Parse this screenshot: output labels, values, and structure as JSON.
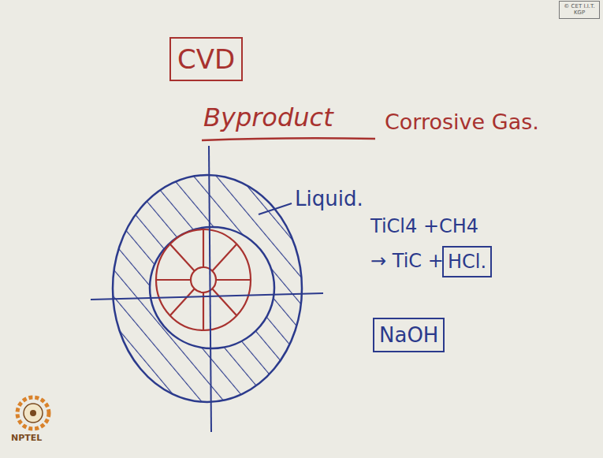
{
  "diagram": {
    "nodes": [
      {
        "text": [
          "CVD"
        ]
      },
      {
        "text": [
          "HCl."
        ]
      },
      {
        "text": [
          "NaOH"
        ]
      },
      {
        "text": [
          "© CET I.I.T. KGP"
        ]
      }
    ],
    "labels": [
      "Byproduct",
      "Corrosive Gas.",
      "Liquid.",
      "TiCl4 +CH4",
      "→ TiC +",
      "NPTEL"
    ]
  }
}
